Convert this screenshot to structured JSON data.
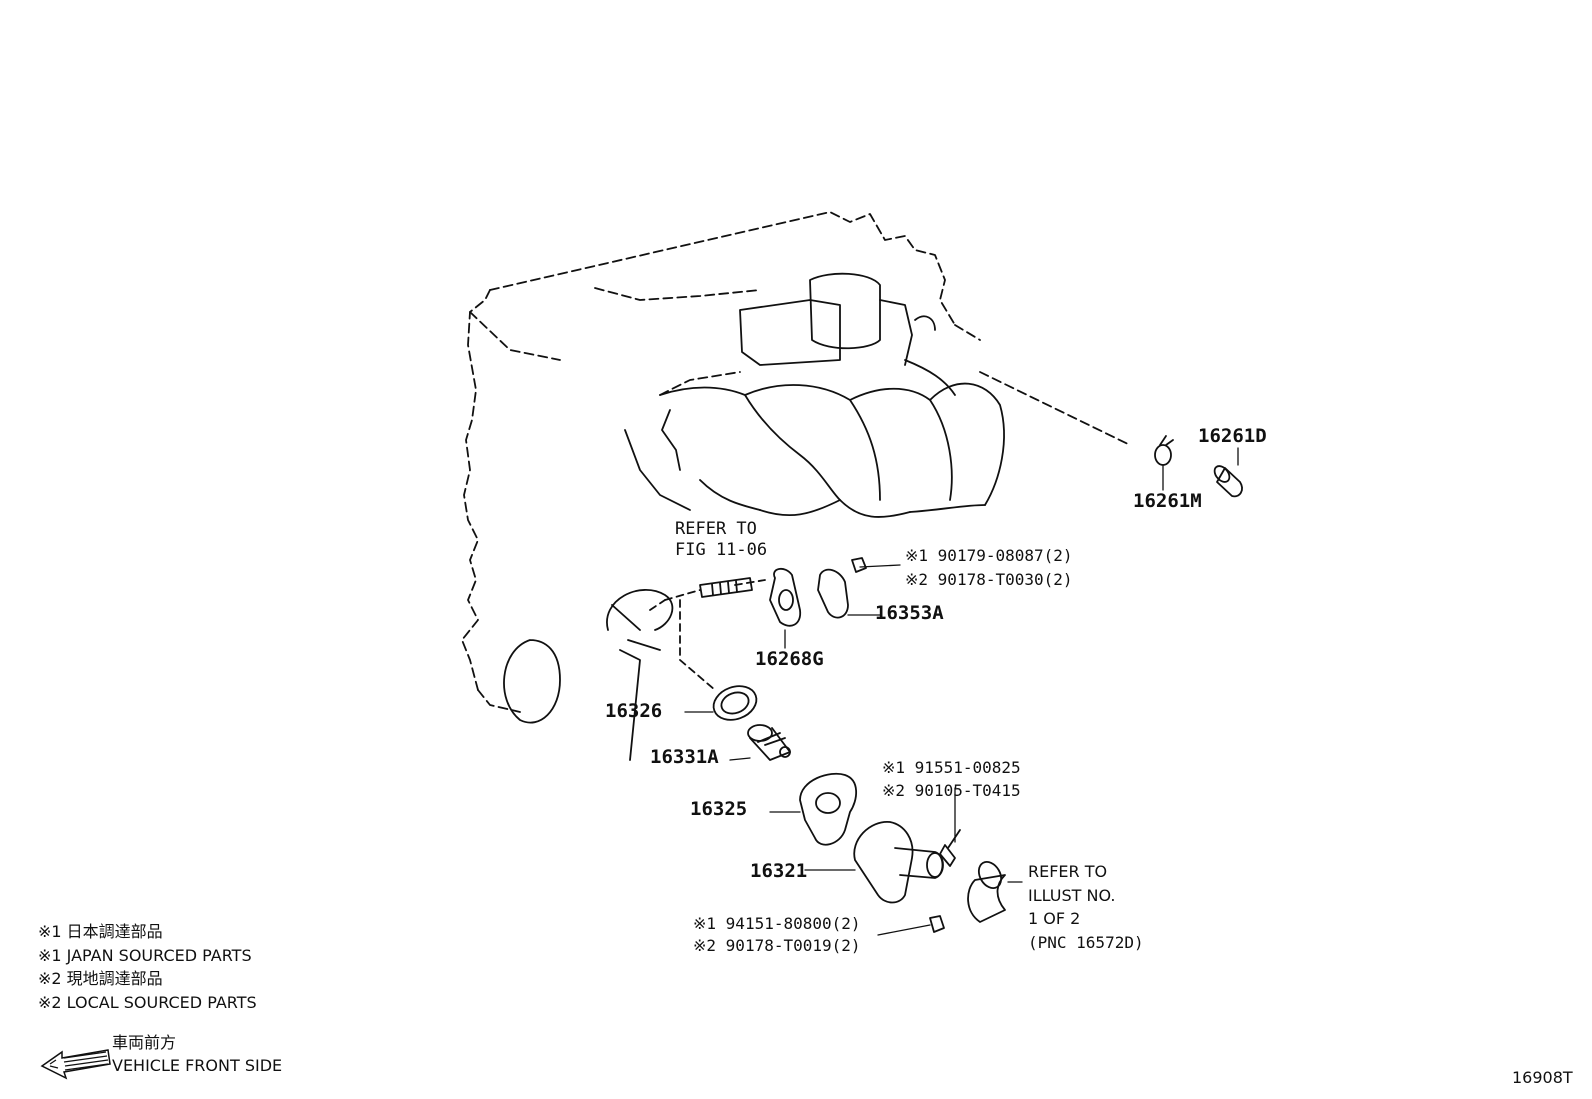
{
  "parts": {
    "p16261D": "16261D",
    "p16261M": "16261M",
    "p16353A": "16353A",
    "p16268G": "16268G",
    "p16326": "16326",
    "p16331A": "16331A",
    "p16325": "16325",
    "p16321": "16321"
  },
  "bolt_top": {
    "line1": "※1 90179-08087(2)",
    "line2": "※2 90178-T0030(2)"
  },
  "bolt_mid": {
    "line1": "※1 91551-00825",
    "line2": "※2 90105-T0415"
  },
  "bolt_bottom": {
    "line1": "※1  94151-80800(2)",
    "line2": "※2  90178-T0019(2)"
  },
  "refer_fig": {
    "line1": "REFER TO",
    "line2": "FIG 11-06"
  },
  "refer_illust": {
    "line1": "REFER TO",
    "line2": "ILLUST NO.",
    "line3": "1 OF 2",
    "line4": "(PNC 16572D)"
  },
  "legend": {
    "l1": "※1 日本調達部品",
    "l2": "※1 JAPAN SOURCED PARTS",
    "l3": "※2 現地調達部品",
    "l4": "※2 LOCAL SOURCED PARTS"
  },
  "direction": {
    "jp": "車両前方",
    "en": "VEHICLE FRONT SIDE",
    "icon": "front-arrow-icon"
  },
  "illust_id": "16908T"
}
